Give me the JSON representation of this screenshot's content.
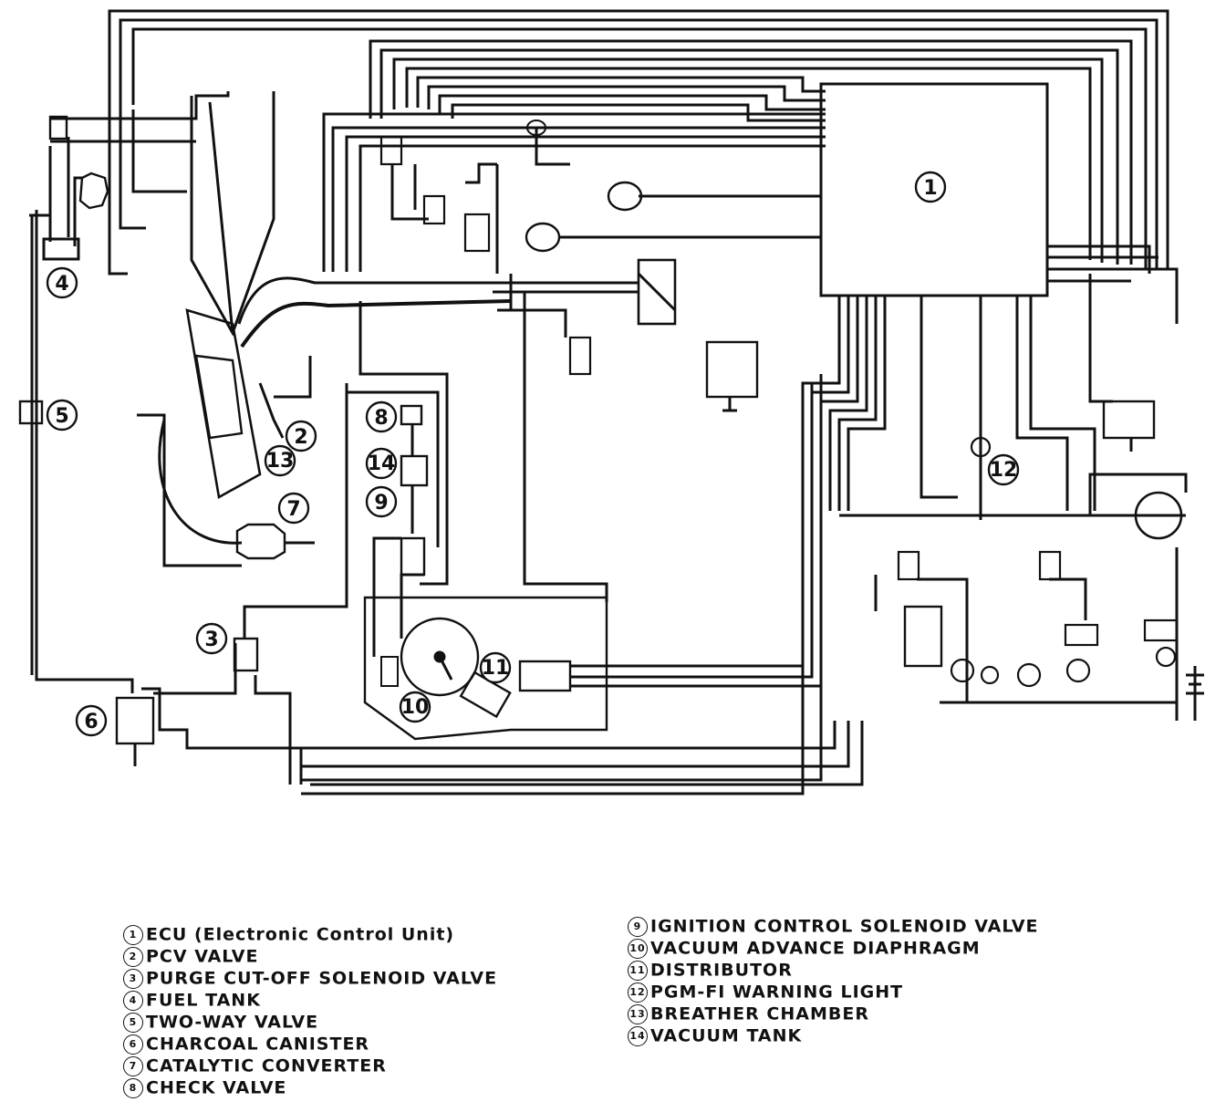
{
  "callouts": {
    "c1": "1",
    "c2": "2",
    "c3": "3",
    "c4": "4",
    "c5": "5",
    "c6": "6",
    "c7": "7",
    "c8": "8",
    "c9": "9",
    "c10": "10",
    "c11": "11",
    "c12": "12",
    "c13": "13",
    "c14": "14"
  },
  "legend": {
    "left": [
      {
        "num": "1",
        "label": "ECU (Electronic Control Unit)"
      },
      {
        "num": "2",
        "label": "PCV VALVE"
      },
      {
        "num": "3",
        "label": "PURGE CUT-OFF SOLENOID VALVE"
      },
      {
        "num": "4",
        "label": "FUEL TANK"
      },
      {
        "num": "5",
        "label": "TWO-WAY VALVE"
      },
      {
        "num": "6",
        "label": "CHARCOAL CANISTER"
      },
      {
        "num": "7",
        "label": "CATALYTIC CONVERTER"
      },
      {
        "num": "8",
        "label": "CHECK VALVE"
      }
    ],
    "right": [
      {
        "num": "9",
        "label": "IGNITION CONTROL SOLENOID VALVE"
      },
      {
        "num": "10",
        "label": "VACUUM ADVANCE DIAPHRAGM"
      },
      {
        "num": "11",
        "label": "DISTRIBUTOR"
      },
      {
        "num": "12",
        "label": "PGM-FI WARNING LIGHT"
      },
      {
        "num": "13",
        "label": "BREATHER CHAMBER"
      },
      {
        "num": "14",
        "label": "VACUUM TANK"
      }
    ]
  }
}
